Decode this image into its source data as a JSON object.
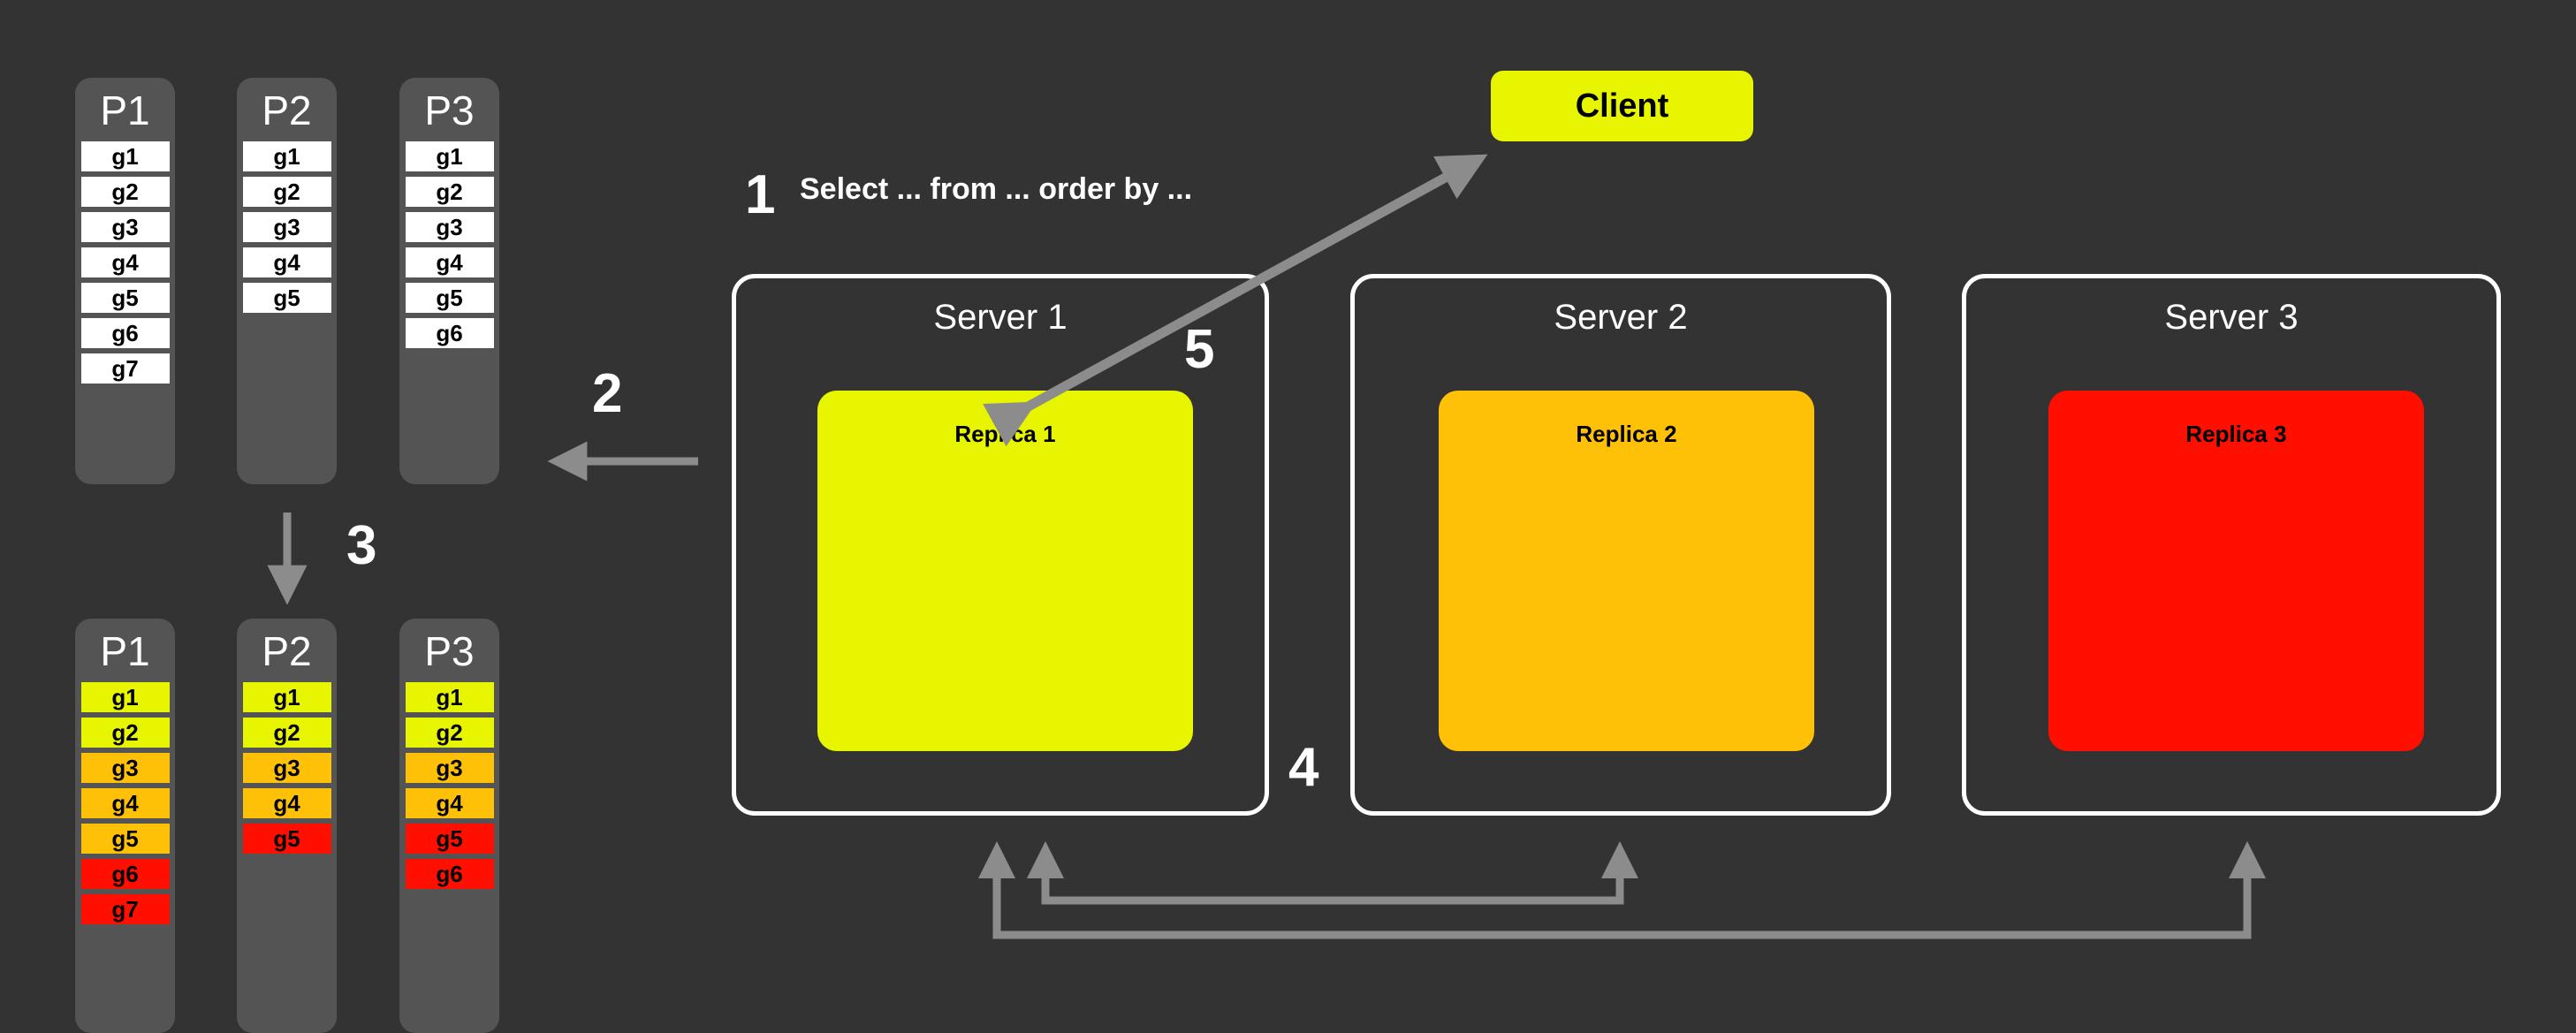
{
  "background_color": "#333333",
  "palette": {
    "dark_bg": "#333333",
    "partition_bg": "#545454",
    "white": "#ffffff",
    "yellow": "#e8f500",
    "orange": "#ffc107",
    "red": "#ff0f00",
    "arrow_gray": "#8c8c8c"
  },
  "top_partitions": {
    "label_prefix": "P",
    "columns": [
      {
        "title": "P1",
        "cells": [
          {
            "label": "g1",
            "color": "white"
          },
          {
            "label": "g2",
            "color": "white"
          },
          {
            "label": "g3",
            "color": "white"
          },
          {
            "label": "g4",
            "color": "white"
          },
          {
            "label": "g5",
            "color": "white"
          },
          {
            "label": "g6",
            "color": "white"
          },
          {
            "label": "g7",
            "color": "white"
          }
        ]
      },
      {
        "title": "P2",
        "cells": [
          {
            "label": "g1",
            "color": "white"
          },
          {
            "label": "g2",
            "color": "white"
          },
          {
            "label": "g3",
            "color": "white"
          },
          {
            "label": "g4",
            "color": "white"
          },
          {
            "label": "g5",
            "color": "white"
          }
        ]
      },
      {
        "title": "P3",
        "cells": [
          {
            "label": "g1",
            "color": "white"
          },
          {
            "label": "g2",
            "color": "white"
          },
          {
            "label": "g3",
            "color": "white"
          },
          {
            "label": "g4",
            "color": "white"
          },
          {
            "label": "g5",
            "color": "white"
          },
          {
            "label": "g6",
            "color": "white"
          }
        ]
      }
    ]
  },
  "bottom_partitions": {
    "columns": [
      {
        "title": "P1",
        "cells": [
          {
            "label": "g1",
            "color": "yellow"
          },
          {
            "label": "g2",
            "color": "yellow"
          },
          {
            "label": "g3",
            "color": "orange"
          },
          {
            "label": "g4",
            "color": "orange"
          },
          {
            "label": "g5",
            "color": "orange"
          },
          {
            "label": "g6",
            "color": "red"
          },
          {
            "label": "g7",
            "color": "red"
          }
        ]
      },
      {
        "title": "P2",
        "cells": [
          {
            "label": "g1",
            "color": "yellow"
          },
          {
            "label": "g2",
            "color": "yellow"
          },
          {
            "label": "g3",
            "color": "orange"
          },
          {
            "label": "g4",
            "color": "orange"
          },
          {
            "label": "g5",
            "color": "red"
          }
        ]
      },
      {
        "title": "P3",
        "cells": [
          {
            "label": "g1",
            "color": "yellow"
          },
          {
            "label": "g2",
            "color": "yellow"
          },
          {
            "label": "g3",
            "color": "orange"
          },
          {
            "label": "g4",
            "color": "orange"
          },
          {
            "label": "g5",
            "color": "red"
          },
          {
            "label": "g6",
            "color": "red"
          }
        ]
      }
    ]
  },
  "client": {
    "label": "Client",
    "color": "#e8f500"
  },
  "query": {
    "label": "Select ... from ... order by ..."
  },
  "servers": [
    {
      "title": "Server 1",
      "replica": "Replica 1",
      "replica_color": "#e8f500"
    },
    {
      "title": "Server 2",
      "replica": "Replica 2",
      "replica_color": "#ffc107"
    },
    {
      "title": "Server 3",
      "replica": "Replica 3",
      "replica_color": "#ff0f00"
    }
  ],
  "steps": [
    {
      "number": "1",
      "description": "Client issues query to Server 1"
    },
    {
      "number": "2",
      "description": "Query sent left toward partitions"
    },
    {
      "number": "3",
      "description": "Partition data is ranged / bucketed"
    },
    {
      "number": "4",
      "description": "Server 1 exchanges with Server 2 and Server 3"
    },
    {
      "number": "5",
      "description": "Result returned from Replica 1 to Client"
    }
  ]
}
